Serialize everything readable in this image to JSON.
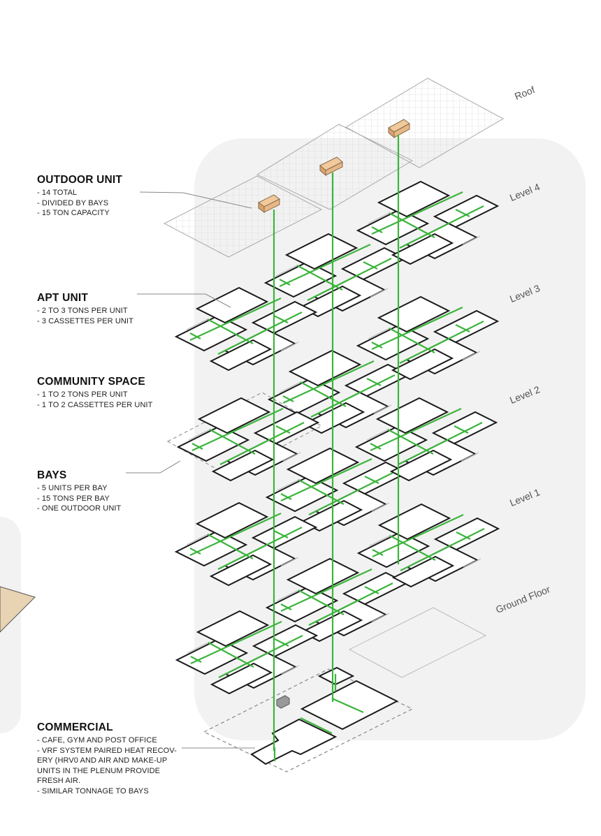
{
  "callouts": [
    {
      "id": "outdoor-unit",
      "title": "OUTDOOR UNIT",
      "items": [
        "14 TOTAL",
        "DIVIDED BY BAYS",
        "15 TON CAPACITY"
      ]
    },
    {
      "id": "apt-unit",
      "title": "APT UNIT",
      "items": [
        "2 TO 3 TONS PER UNIT",
        "3 CASSETTES PER UNIT"
      ]
    },
    {
      "id": "community-space",
      "title": "COMMUNITY SPACE",
      "items": [
        "1 TO 2 TONS PER UNIT",
        "1 TO 2 CASSETTES PER UNIT"
      ]
    },
    {
      "id": "bays",
      "title": "BAYS",
      "items": [
        "5 UNITS PER BAY",
        "15 TONS PER BAY",
        "ONE OUTDOOR UNIT"
      ]
    },
    {
      "id": "commercial",
      "title": "COMMERCIAL",
      "items": [
        "CAFE, GYM AND POST OFFICE",
        "VRF SYSTEM PAIRED HEAT RECOV-",
        "ERY (HRV0 AND AIR AND MAKE-UP",
        "UNITS IN THE PLENUM PROVIDE",
        "FRESH AIR.",
        "SIMILAR TONNAGE TO BAYS"
      ]
    }
  ],
  "levels": [
    "Roof",
    "Level 4",
    "Level 3",
    "Level 2",
    "Level 1",
    "Ground Floor"
  ],
  "colors": {
    "duct": "#3cb43c",
    "unit": "#e6b787",
    "background_panel": "#f2f2f2",
    "outline": "#1a1a1a"
  }
}
